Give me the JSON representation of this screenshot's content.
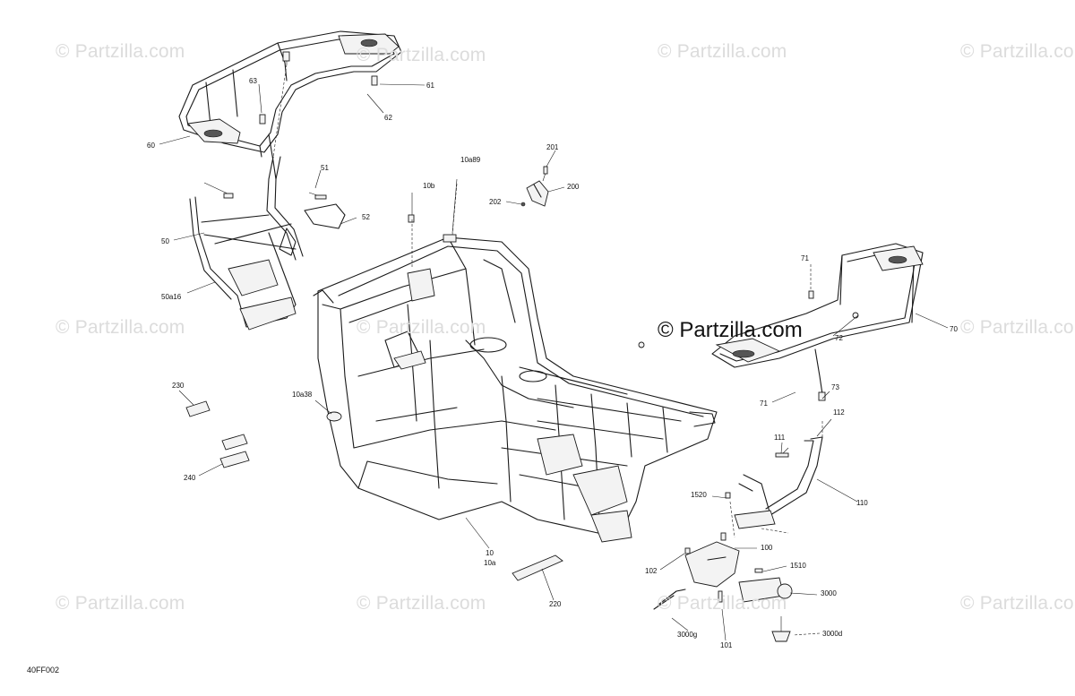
{
  "watermarks": {
    "text": "© Partzilla.com",
    "main": "© Partzilla.com"
  },
  "diagram_code": "40FF002",
  "callouts": {
    "c63": "63",
    "c61": "61",
    "c62": "62",
    "c60": "60",
    "c51": "51",
    "c52": "52",
    "c50": "50",
    "c50a16": "50a16",
    "c10b": "10b",
    "c10a89": "10a89",
    "c201": "201",
    "c200": "200",
    "c202": "202",
    "c71a": "71",
    "c72": "72",
    "c70": "70",
    "c71b": "71",
    "c73": "73",
    "c230": "230",
    "c240": "240",
    "c10a38": "10a38",
    "c112": "112",
    "c111": "111",
    "c110": "110",
    "c1520": "1520",
    "c100": "100",
    "c102": "102",
    "c1510": "1510",
    "c10": "10",
    "c10a": "10a",
    "c220": "220",
    "c3000": "3000",
    "c3000g": "3000g",
    "c101": "101",
    "c3000d": "3000d"
  }
}
